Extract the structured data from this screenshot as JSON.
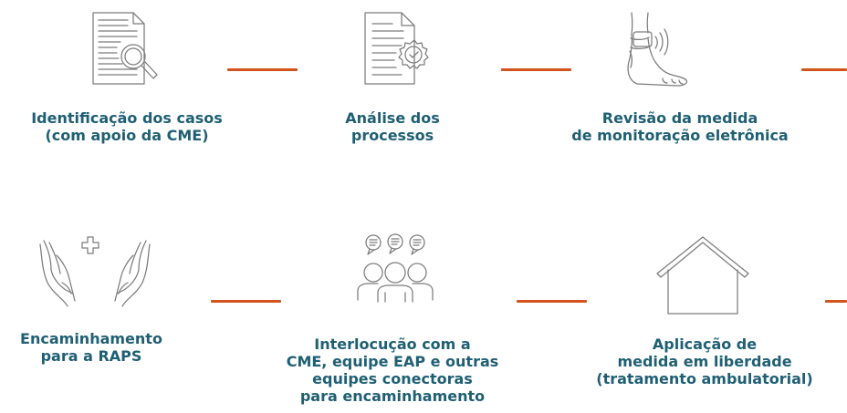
{
  "colors": {
    "text": "#1f5f74",
    "connector": "#d2531c",
    "icon": "#7c7c7c"
  },
  "rows": [
    {
      "steps": [
        {
          "icon": "document-magnifier-icon",
          "lines": [
            "Identificação dos casos",
            "(com apoio da CME)"
          ]
        },
        {
          "icon": "document-seal-icon",
          "lines": [
            "Análise dos",
            "processos"
          ]
        },
        {
          "icon": "ankle-monitor-icon",
          "lines": [
            "Revisão da medida",
            "de monitoração eletrônica"
          ]
        }
      ]
    },
    {
      "steps": [
        {
          "icon": "caring-hands-icon",
          "lines": [
            "Encaminhamento",
            "para a RAPS"
          ]
        },
        {
          "icon": "group-conversation-icon",
          "lines": [
            "Interlocução com a",
            "CME, equipe EAP e outras",
            "equipes conectoras",
            "para encaminhamento"
          ]
        },
        {
          "icon": "house-icon",
          "lines": [
            "Aplicação de",
            "medida em liberdade",
            "(tratamento ambulatorial)"
          ]
        }
      ]
    }
  ]
}
